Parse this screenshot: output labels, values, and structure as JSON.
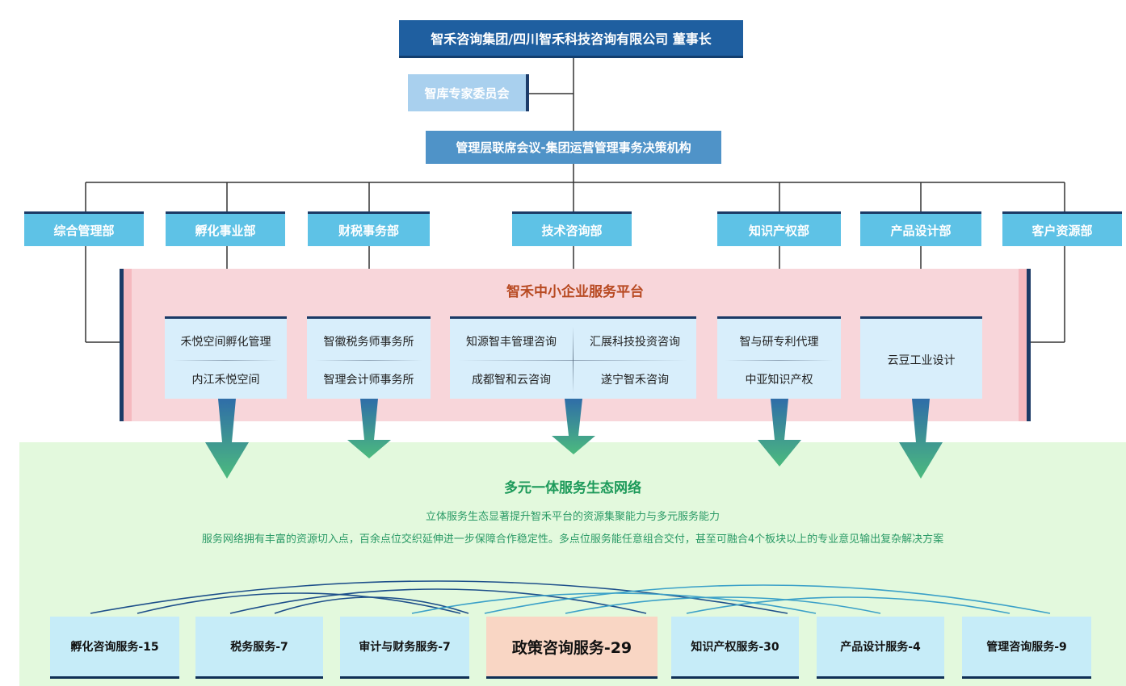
{
  "chairman": "智禾咨询集团/四川智禾科技咨询有限公司 董事长",
  "think_tank": "智库专家委员会",
  "management": "管理层联席会议-集团运营管理事务决策机构",
  "departments": [
    "综合管理部",
    "孵化事业部",
    "财税事务部",
    "技术咨询部",
    "知识产权部",
    "产品设计部",
    "客户资源部"
  ],
  "platform": {
    "title": "智禾中小企业服务平台",
    "units": [
      {
        "top": "禾悦空间孵化管理",
        "bottom": "内江禾悦空间"
      },
      {
        "top": "智徽税务师事务所",
        "bottom": "智理会计师事务所"
      },
      {
        "top_left": "知源智丰管理咨询",
        "top_right": "汇展科技投资咨询",
        "bottom_left": "成都智和云咨询",
        "bottom_right": "遂宁智禾咨询"
      },
      {
        "top": "智与研专利代理",
        "bottom": "中亚知识产权"
      },
      {
        "single": "云豆工业设计"
      }
    ]
  },
  "ecosystem": {
    "title": "多元一体服务生态网络",
    "line1": "立体服务生态显著提升智禾平台的资源集聚能力与多元服务能力",
    "line2": "服务网络拥有丰富的资源切入点，百余点位交织延伸进一步保障合作稳定性。多点位服务能任意组合交付，甚至可融合4个板块以上的专业意见输出复杂解决方案"
  },
  "services": [
    "孵化咨询服务-15",
    "税务服务-7",
    "审计与财务服务-7",
    "政策咨询服务-29",
    "知识产权服务-30",
    "产品设计服务-4",
    "管理咨询服务-9"
  ],
  "colors": {
    "dark_blue": "#1f5fa0",
    "dept_cyan": "#5ec2e6",
    "platform_pink": "#f8d6da",
    "eco_green": "#e3f9dd",
    "highlight": "#f9d6c4"
  }
}
